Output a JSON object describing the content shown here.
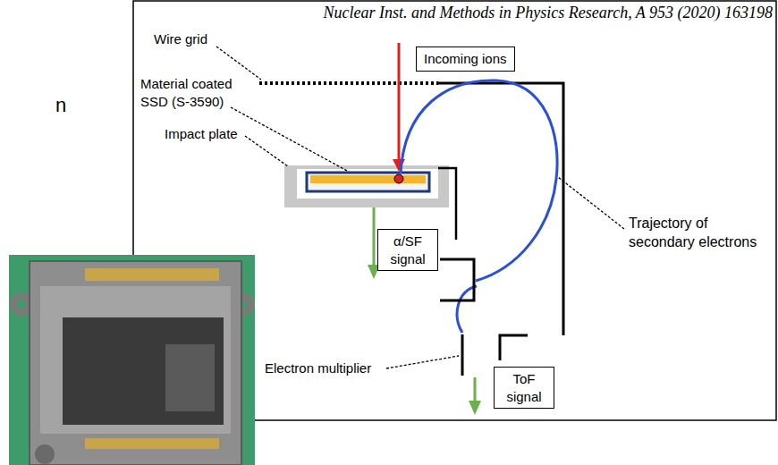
{
  "diagram": {
    "title": "Nuclear Inst. and Methods in Physics Research, A 953 (2020) 163198",
    "nodes": [
      {
        "text": [
          "Incoming ions"
        ]
      },
      {
        "text": [
          "α/SF signal"
        ]
      },
      {
        "text": [
          "ToF signal"
        ]
      }
    ],
    "labels": [
      "n",
      "Wire grid",
      "Material coated SSD (S-3590)",
      "Impact plate",
      "Trajectory of secondary electrons",
      "Electron multiplier"
    ]
  }
}
